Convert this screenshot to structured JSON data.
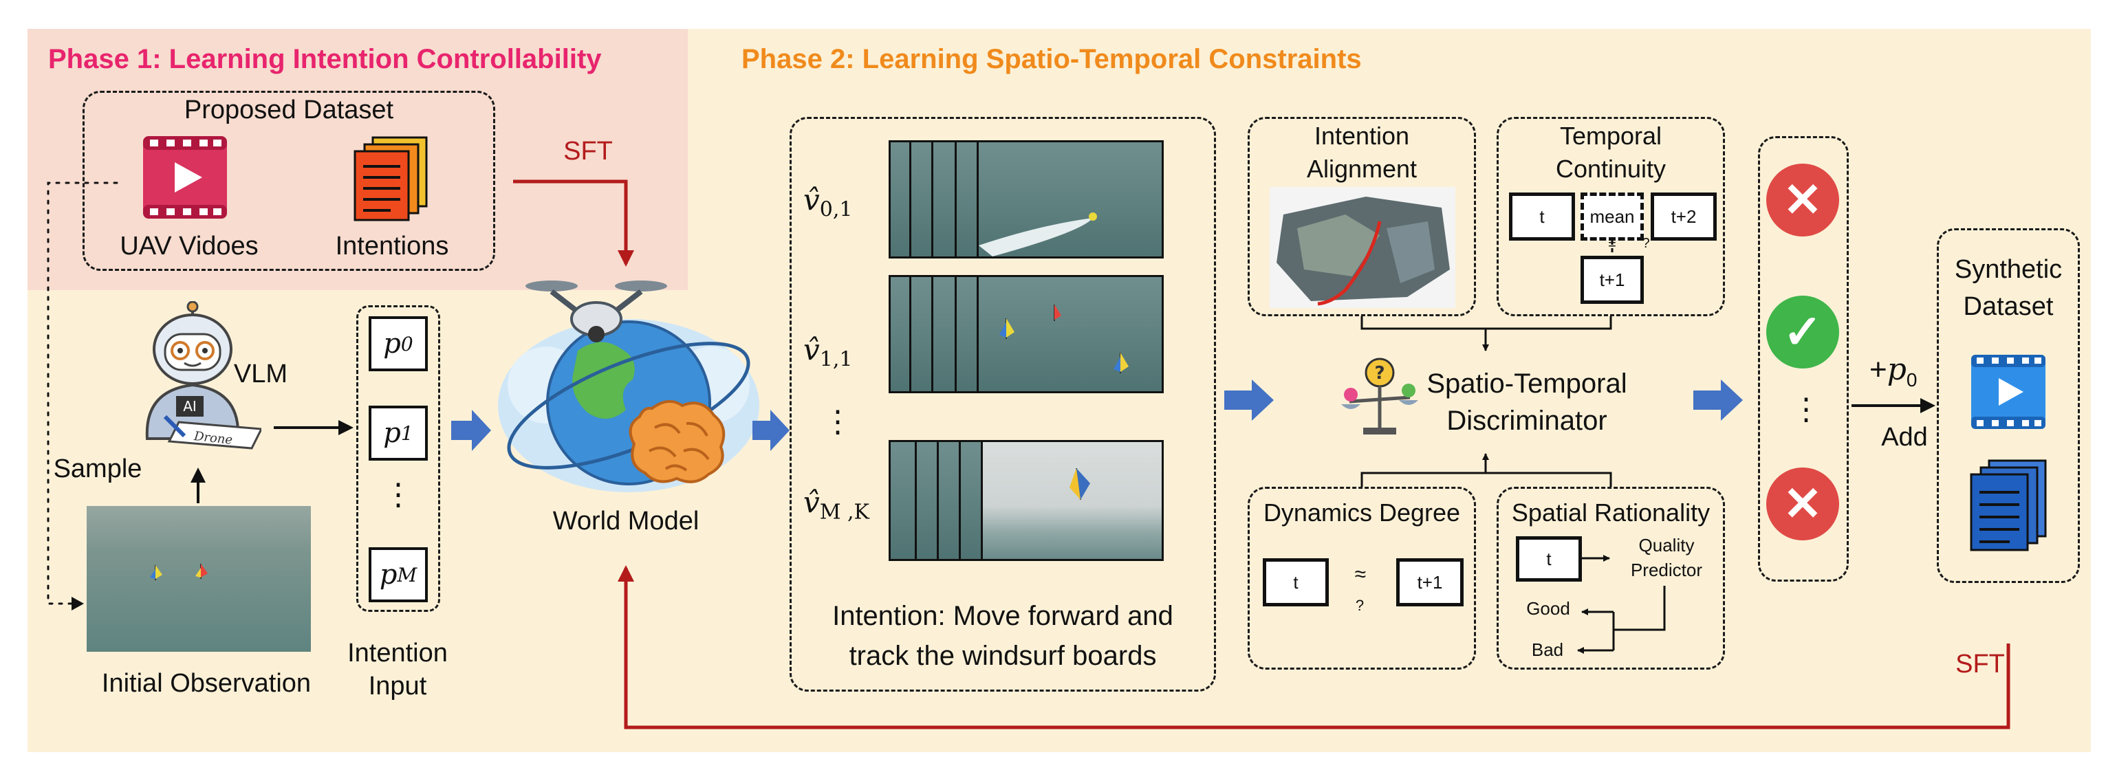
{
  "phase1": {
    "title": "Phase 1: Learning Intention Controllability"
  },
  "phase2": {
    "title": "Phase 2: Learning Spatio-Temporal Constraints"
  },
  "dataset": {
    "title": "Proposed Dataset",
    "videos_label": "UAV Vidoes",
    "intentions_label": "Intentions"
  },
  "sft_top": "SFT",
  "sft_bottom": "SFT",
  "vlm_label": "VLM",
  "sample_label": "Sample",
  "initial_observation": "Initial Observation",
  "intention_input": {
    "line1": "Intention",
    "line2": "Input"
  },
  "prompts": {
    "p0": {
      "base": "p",
      "sub": "0"
    },
    "p1": {
      "base": "p",
      "sub": "1"
    },
    "ellipsis": "⋮",
    "pM": {
      "base": "p",
      "sub": "M"
    }
  },
  "world_model_label": "World Model",
  "videos": [
    {
      "base": "v̂",
      "sub": "0,1"
    },
    {
      "base": "v̂",
      "sub": "1,1"
    },
    {
      "base": "v̂",
      "sub": "M ,K"
    }
  ],
  "video_ellipsis": "⋮",
  "intention_text": {
    "line1": "Intention: Move forward and",
    "line2": "track the windsurf boards"
  },
  "intention_alignment": {
    "line1": "Intention",
    "line2": "Alignment"
  },
  "temporal_continuity": {
    "line1": "Temporal",
    "line2": "Continuity",
    "t": "t",
    "mean": "mean",
    "t2": "t+2",
    "t1": "t+1",
    "eq": "=",
    "q": "?"
  },
  "discriminator": {
    "line1": "Spatio-Temporal",
    "line2": "Discriminator"
  },
  "dynamics_degree": {
    "title": "Dynamics Degree",
    "t": "t",
    "approx": "≈",
    "q": "?",
    "t1": "t+1"
  },
  "spatial_rationality": {
    "title": "Spatial Rationality",
    "t": "t",
    "quality": "Quality",
    "predictor": "Predictor",
    "good": "Good",
    "bad": "Bad"
  },
  "results": {
    "ellipsis": "⋮"
  },
  "add": {
    "plus": "+",
    "base": "p",
    "sub": "0",
    "label": "Add"
  },
  "synthetic_dataset": {
    "line1": "Synthetic",
    "line2": "Dataset"
  },
  "colors": {
    "phase1_title": "#e8246d",
    "phase2_title": "#f08a1c",
    "sft": "#b31b1b",
    "arrow_blue": "#4472c4",
    "phase1_bg": "#f7dccf",
    "phase2_bg": "#fcf1d7",
    "cross": "#e04a46",
    "check": "#3fb54a"
  },
  "icons": [
    "video-play-icon",
    "document-stack-icon",
    "robot-icon",
    "drone-icon",
    "globe-icon",
    "brain-icon",
    "balance-scale-icon",
    "cross-icon",
    "check-icon"
  ]
}
